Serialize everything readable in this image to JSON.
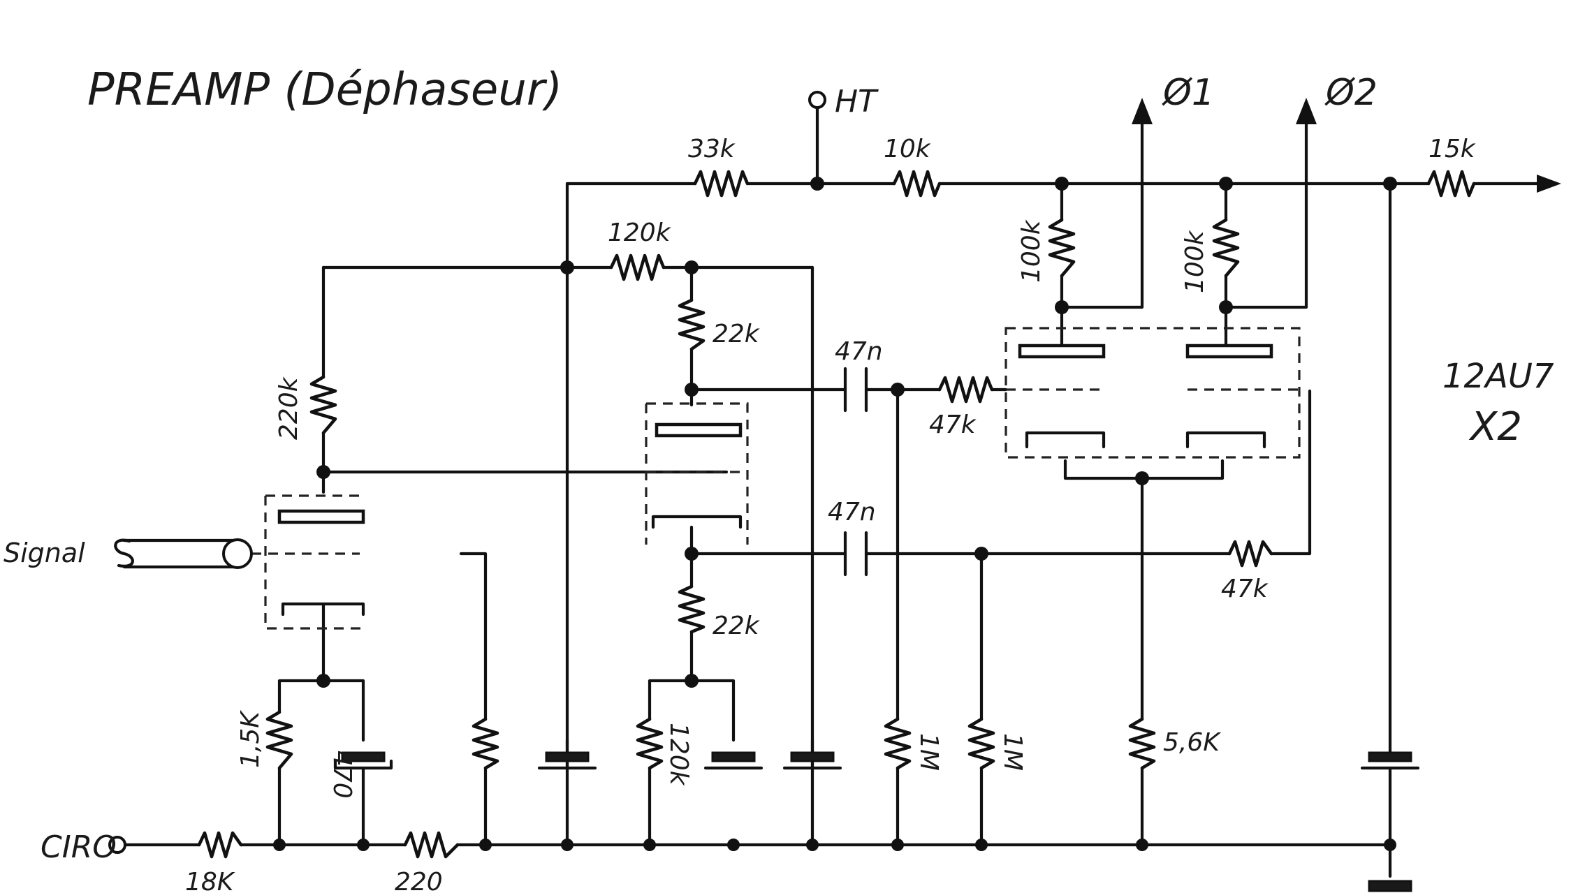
{
  "title": "PREAMP (Déphaseur)",
  "supply_label": "HT",
  "outputs": {
    "phase1": "Ø1",
    "phase2": "Ø2"
  },
  "input_label": "Signal",
  "ciro_label": "CIRO",
  "tube_label": {
    "line1": "12AU7",
    "line2": "X2"
  },
  "resistors": {
    "r33k": "33k",
    "r10k": "10k",
    "r15k": "15k",
    "r120k": "120k",
    "r22k_top": "22k",
    "r22k_bottom": "22k",
    "r220k": "220k",
    "r100k_left": "100k",
    "r100k_right": "100k",
    "r47k_grid_left": "47k",
    "r47k_grid_right": "47k",
    "r1k5": "1,5K",
    "r18k": "18K",
    "r220": "220",
    "r120k_low": "120k",
    "r1m_a": "1M",
    "r1m_b": "1M",
    "r5k6": "5,6K"
  },
  "capacitors": {
    "c47n_top": "47n",
    "c47n_bottom": "47n",
    "c470": "470"
  }
}
